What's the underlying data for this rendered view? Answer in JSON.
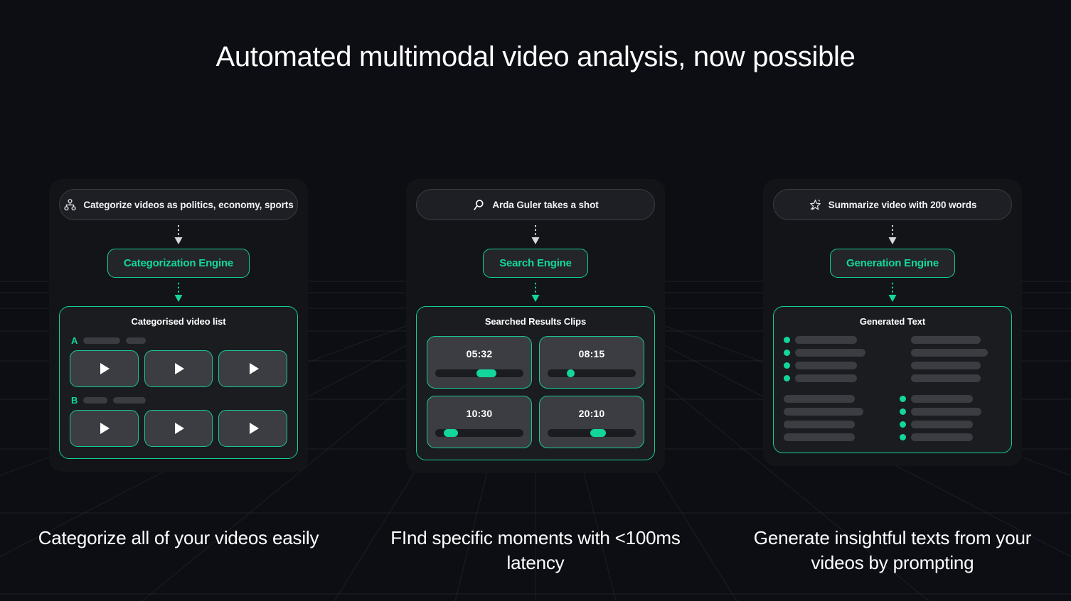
{
  "page": {
    "title": "Automated multimodal video analysis, now possible",
    "background_color": "#0c0e13",
    "accent_color": "#13d69c",
    "card_background": "#131417",
    "panel_background": "#1b1c20",
    "placeholder_color": "#3b3d42"
  },
  "columns": [
    {
      "id": "categorization",
      "prompt": {
        "icon": "category-hierarchy-icon",
        "text": "Categorize videos as politics, economy, sports"
      },
      "engine": {
        "label": "Categorization Engine"
      },
      "result": {
        "title": "Categorised video list",
        "groups": [
          {
            "letter": "A",
            "placeholder_bars": [
              52,
              28
            ],
            "thumbnails": [
              {
                "icon": "play-icon"
              },
              {
                "icon": "play-icon"
              },
              {
                "icon": "play-icon"
              }
            ]
          },
          {
            "letter": "B",
            "placeholder_bars": [
              34,
              46
            ],
            "thumbnails": [
              {
                "icon": "play-icon"
              },
              {
                "icon": "play-icon"
              },
              {
                "icon": "play-icon"
              }
            ]
          }
        ]
      },
      "caption": "Categorize all of your videos easily"
    },
    {
      "id": "search",
      "prompt": {
        "icon": "search-icon",
        "text": "Arda Guler takes a shot"
      },
      "engine": {
        "label": "Search Engine"
      },
      "result": {
        "title": "Searched Results Clips",
        "clips": [
          {
            "time": "05:32",
            "segment_start_pct": 47,
            "segment_width_pct": 22
          },
          {
            "time": "08:15",
            "segment_start_pct": 22,
            "segment_width_pct": 9
          },
          {
            "time": "10:30",
            "segment_start_pct": 10,
            "segment_width_pct": 16
          },
          {
            "time": "20:10",
            "segment_start_pct": 48,
            "segment_width_pct": 18
          }
        ]
      },
      "caption": "FInd specific moments with <100ms latency"
    },
    {
      "id": "generation",
      "prompt": {
        "icon": "sparkle-star-icon",
        "text": "Summarize video with 200 words"
      },
      "engine": {
        "label": "Generation Engine"
      },
      "result": {
        "title": "Generated Text",
        "blocks": [
          {
            "bulleted": true,
            "bar_widths": [
              87,
              99,
              87,
              87
            ]
          },
          {
            "bulleted": false,
            "bar_widths": [
              98,
              108,
              98,
              98
            ]
          },
          {
            "bulleted": false,
            "bar_widths": [
              100,
              112,
              100,
              100
            ]
          },
          {
            "bulleted": true,
            "bar_widths": [
              87,
              99,
              87,
              87
            ]
          }
        ]
      },
      "caption": "Generate insightful texts from your videos by prompting"
    }
  ]
}
